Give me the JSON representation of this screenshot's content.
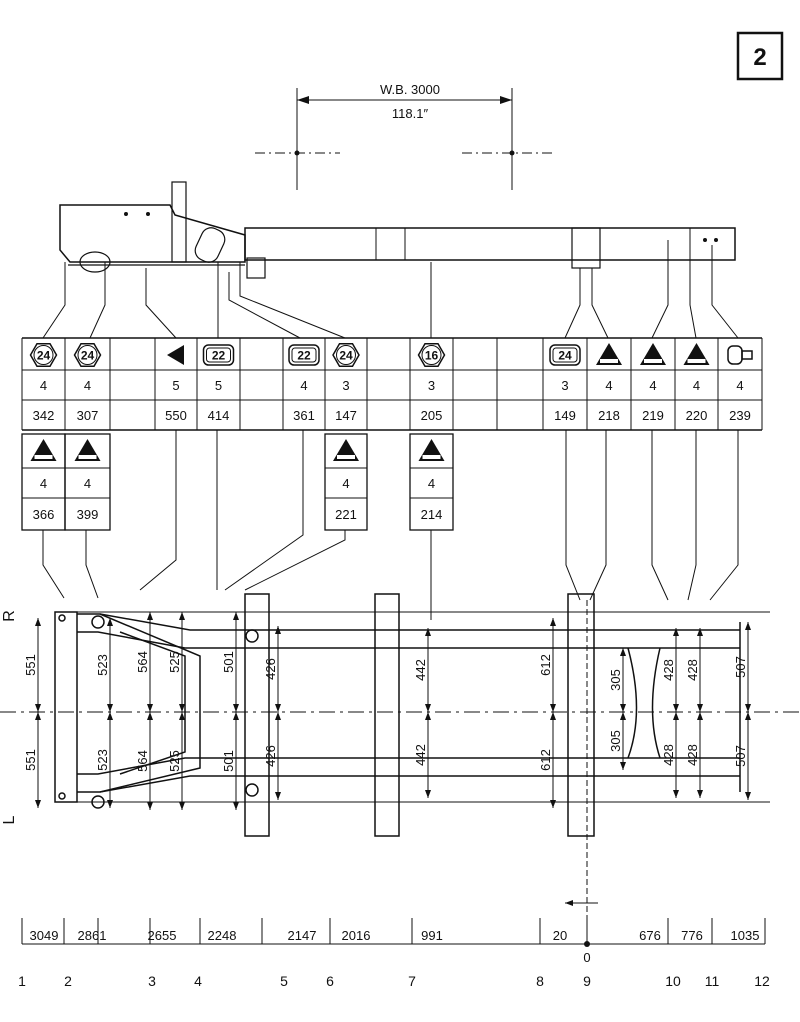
{
  "page_number": "2",
  "wheelbase": {
    "label": "W.B. 3000",
    "inches": "118.1″"
  },
  "side_labels": {
    "right": "R",
    "left": "L"
  },
  "table": {
    "columns": [
      {
        "symbol": "hex",
        "symbol_value": "24",
        "qty": "4",
        "code": "342"
      },
      {
        "symbol": "hex",
        "symbol_value": "24",
        "qty": "4",
        "code": "307"
      },
      {
        "symbol": "blank",
        "symbol_value": "",
        "qty": "",
        "code": ""
      },
      {
        "symbol": "wedge-left",
        "symbol_value": "",
        "qty": "5",
        "code": "550"
      },
      {
        "symbol": "rounded",
        "symbol_value": "22",
        "qty": "5",
        "code": "414"
      },
      {
        "symbol": "blank",
        "symbol_value": "",
        "qty": "",
        "code": ""
      },
      {
        "symbol": "rounded",
        "symbol_value": "22",
        "qty": "4",
        "code": "361"
      },
      {
        "symbol": "hex",
        "symbol_value": "24",
        "qty": "3",
        "code": "147"
      },
      {
        "symbol": "blank",
        "symbol_value": "",
        "qty": "",
        "code": ""
      },
      {
        "symbol": "hex",
        "symbol_value": "16",
        "qty": "3",
        "code": "205"
      },
      {
        "symbol": "blank",
        "symbol_value": "",
        "qty": "",
        "code": ""
      },
      {
        "symbol": "blank",
        "symbol_value": "",
        "qty": "",
        "code": ""
      },
      {
        "symbol": "rounded",
        "symbol_value": "24",
        "qty": "3",
        "code": "149"
      },
      {
        "symbol": "triangle",
        "symbol_value": "",
        "qty": "4",
        "code": "218"
      },
      {
        "symbol": "triangle",
        "symbol_value": "",
        "qty": "4",
        "code": "219"
      },
      {
        "symbol": "triangle",
        "symbol_value": "",
        "qty": "4",
        "code": "220"
      },
      {
        "symbol": "bolt-side",
        "symbol_value": "",
        "qty": "4",
        "code": "239"
      }
    ],
    "secondary": [
      {
        "col": 0,
        "qty": "4",
        "code": "366"
      },
      {
        "col": 1,
        "qty": "4",
        "code": "399"
      },
      {
        "col": 7,
        "qty": "4",
        "code": "221"
      },
      {
        "col": 9,
        "qty": "4",
        "code": "214"
      }
    ]
  },
  "vertical_dims": {
    "upper": [
      "551",
      "523",
      "564",
      "525",
      "501",
      "426",
      "442",
      "612",
      "305",
      "428",
      "428",
      "507"
    ],
    "lower": [
      "551",
      "523",
      "564",
      "525",
      "501",
      "426",
      "442",
      "612",
      "305",
      "428",
      "428",
      "507"
    ]
  },
  "horizontal_dims": [
    "3049",
    "2861",
    "2655",
    "2248",
    "2147",
    "2016",
    "991",
    "20",
    "676",
    "776",
    "1035"
  ],
  "datum_label": "0",
  "station_numbers": [
    "1",
    "2",
    "3",
    "4",
    "5",
    "6",
    "7",
    "8",
    "9",
    "10",
    "11",
    "12"
  ],
  "icons": [
    "hex-nut-icon",
    "rounded-nut-icon",
    "triangle-icon",
    "wedge-icon",
    "bolt-icon"
  ]
}
